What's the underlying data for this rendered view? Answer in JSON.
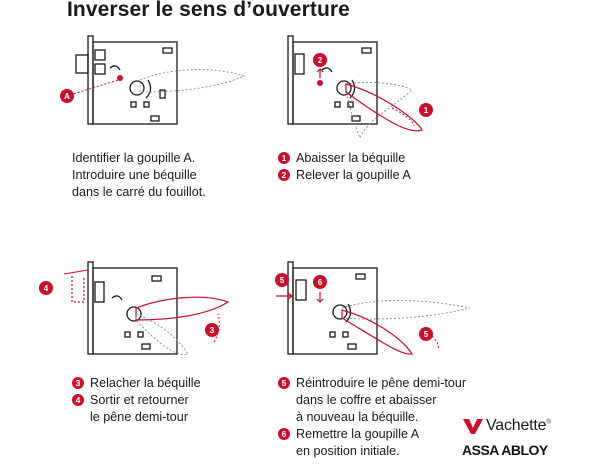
{
  "title": "Inverser le sens d’ouverture",
  "markers": {
    "A": "A",
    "n1": "1",
    "n2": "2",
    "n3": "3",
    "n4": "4",
    "n5": "5",
    "n6": "6"
  },
  "panels": [
    {
      "lines": [
        "Identifier la goupille A.",
        "Introduire une béquille",
        "dans le carré du fouillot."
      ]
    },
    {
      "steps": [
        {
          "num": "1",
          "text": "Abaisser la béquille"
        },
        {
          "num": "2",
          "text": "Relever la goupille A"
        }
      ]
    },
    {
      "steps": [
        {
          "num": "3",
          "text": "Relacher la béquille"
        },
        {
          "num": "4",
          "text": "Sortir et retourner"
        }
      ],
      "extra": "le pêne demi-tour"
    },
    {
      "steps": [
        {
          "num": "5",
          "lines": [
            "Réintroduire le pêne demi-tour",
            "dans le coffre et abaisser",
            "à nouveau la béquille."
          ]
        },
        {
          "num": "6",
          "lines": [
            "Remettre la goupille A",
            "en position initiale."
          ]
        }
      ]
    }
  ],
  "brand": {
    "vachette": "Vachette",
    "reg": "®",
    "assa": "ASSA ABLOY"
  },
  "colors": {
    "accent": "#c8102e",
    "line": "#1a1a1a"
  }
}
